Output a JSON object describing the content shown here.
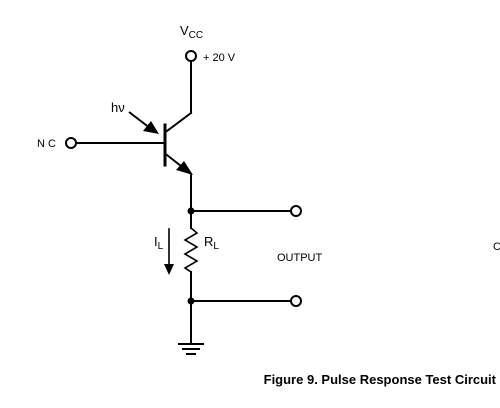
{
  "labels": {
    "vcc_main": "V",
    "vcc_sub": "CC",
    "supply_voltage": "+ 20 V",
    "light": "hν",
    "nc": "N C",
    "current_main": "I",
    "current_sub": "L",
    "resistor_main": "R",
    "resistor_sub": "L",
    "output": "OUTPUT",
    "edge_fragment": "C"
  },
  "caption": "Figure 9. Pulse Response Test Circuit"
}
